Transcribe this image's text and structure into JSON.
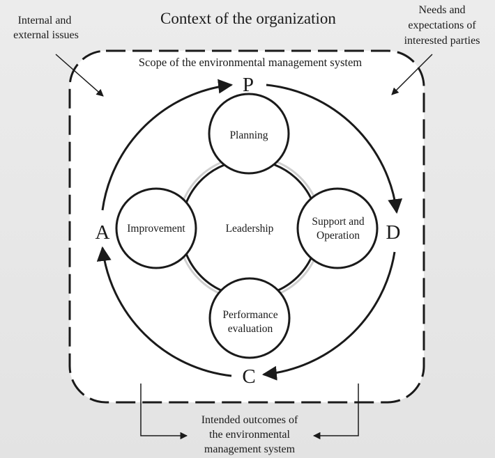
{
  "title": "Context of the organization",
  "inputs": {
    "left_line1": "Internal and",
    "left_line2": "external issues",
    "right_line1": "Needs and",
    "right_line2": "expectations of",
    "right_line3": "interested parties"
  },
  "scope": "Scope of the environmental management system",
  "cycle": {
    "p": "P",
    "d": "D",
    "c": "C",
    "a": "A"
  },
  "center": "Leadership",
  "circles": {
    "planning": "Planning",
    "support_line1": "Support and",
    "support_line2": "Operation",
    "performance_line1": "Performance",
    "performance_line2": "evaluation",
    "improvement": "Improvement"
  },
  "outcomes": {
    "line1": "Intended outcomes of",
    "line2": "the environmental",
    "line3": "management system"
  },
  "colors": {
    "stroke": "#1a1a1a",
    "background": "#e6e6e6",
    "frame_fill": "#ffffff",
    "accent_ring": "#cfcfcf"
  }
}
